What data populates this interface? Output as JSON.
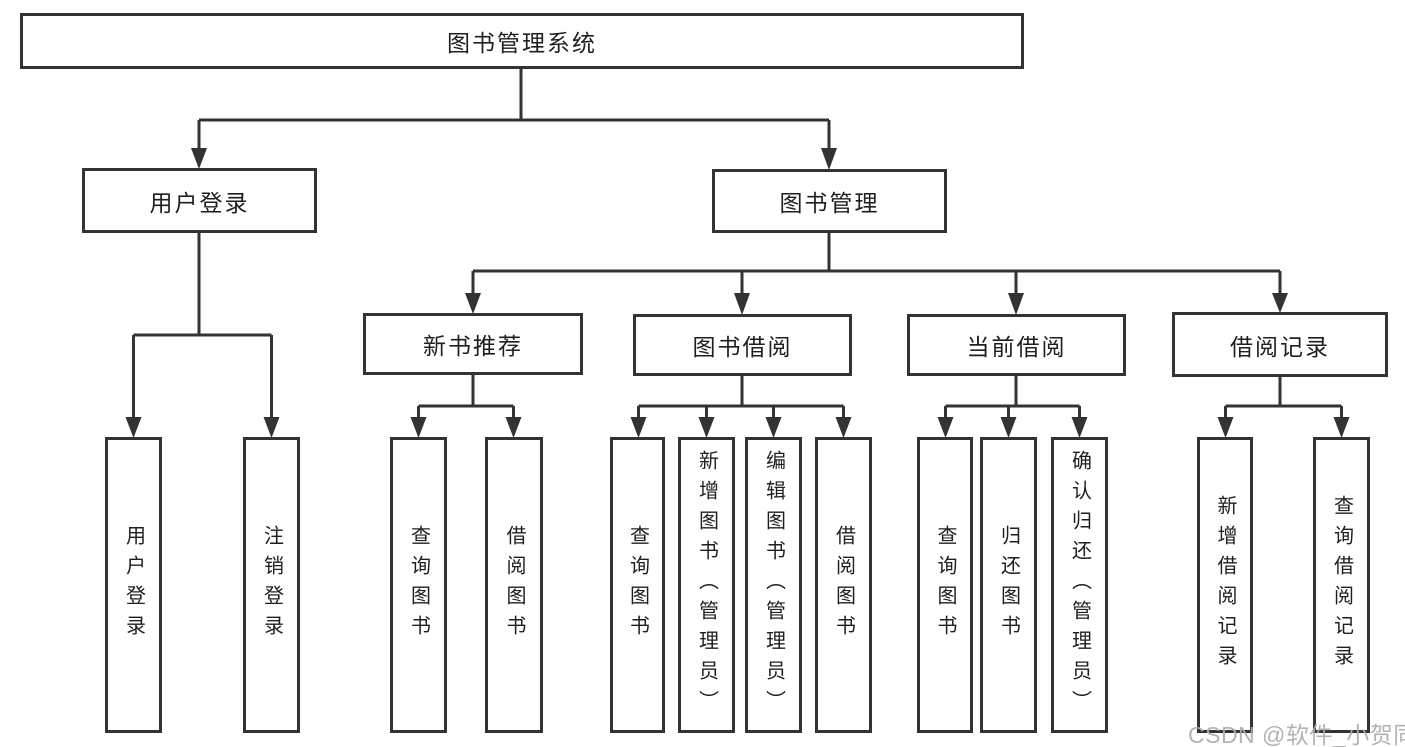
{
  "diagram": {
    "watermark": "CSDN @软件_小贺同学",
    "colors": {
      "line": "#333333",
      "box_border": "#333333",
      "text": "#1f1f1f",
      "watermark": "#acacac",
      "background": "#ffffff"
    },
    "nodes": {
      "root": "图书管理系统",
      "login": "用户登录",
      "mgmt": "图书管理",
      "recommend": "新书推荐",
      "borrow": "图书借阅",
      "current": "当前借阅",
      "records": "借阅记录",
      "login_user": "用户登录",
      "login_logout": "注销登录",
      "rec_query": "查询图书",
      "rec_borrow": "借阅图书",
      "bor_query": "查询图书",
      "bor_add": "新增图书（管理员）",
      "bor_edit": "编辑图书（管理员）",
      "bor_borrow": "借阅图书",
      "cur_query": "查询图书",
      "cur_return": "归还图书",
      "cur_confirm": "确认归还（管理员）",
      "rel_add": "新增借阅记录",
      "rel_query": "查询借阅记录"
    },
    "hierarchy": {
      "图书管理系统": {
        "用户登录": [
          "用户登录",
          "注销登录"
        ],
        "图书管理": {
          "新书推荐": [
            "查询图书",
            "借阅图书"
          ],
          "图书借阅": [
            "查询图书",
            "新增图书（管理员）",
            "编辑图书（管理员）",
            "借阅图书"
          ],
          "当前借阅": [
            "查询图书",
            "归还图书",
            "确认归还（管理员）"
          ],
          "借阅记录": [
            "新增借阅记录",
            "查询借阅记录"
          ]
        }
      }
    }
  }
}
